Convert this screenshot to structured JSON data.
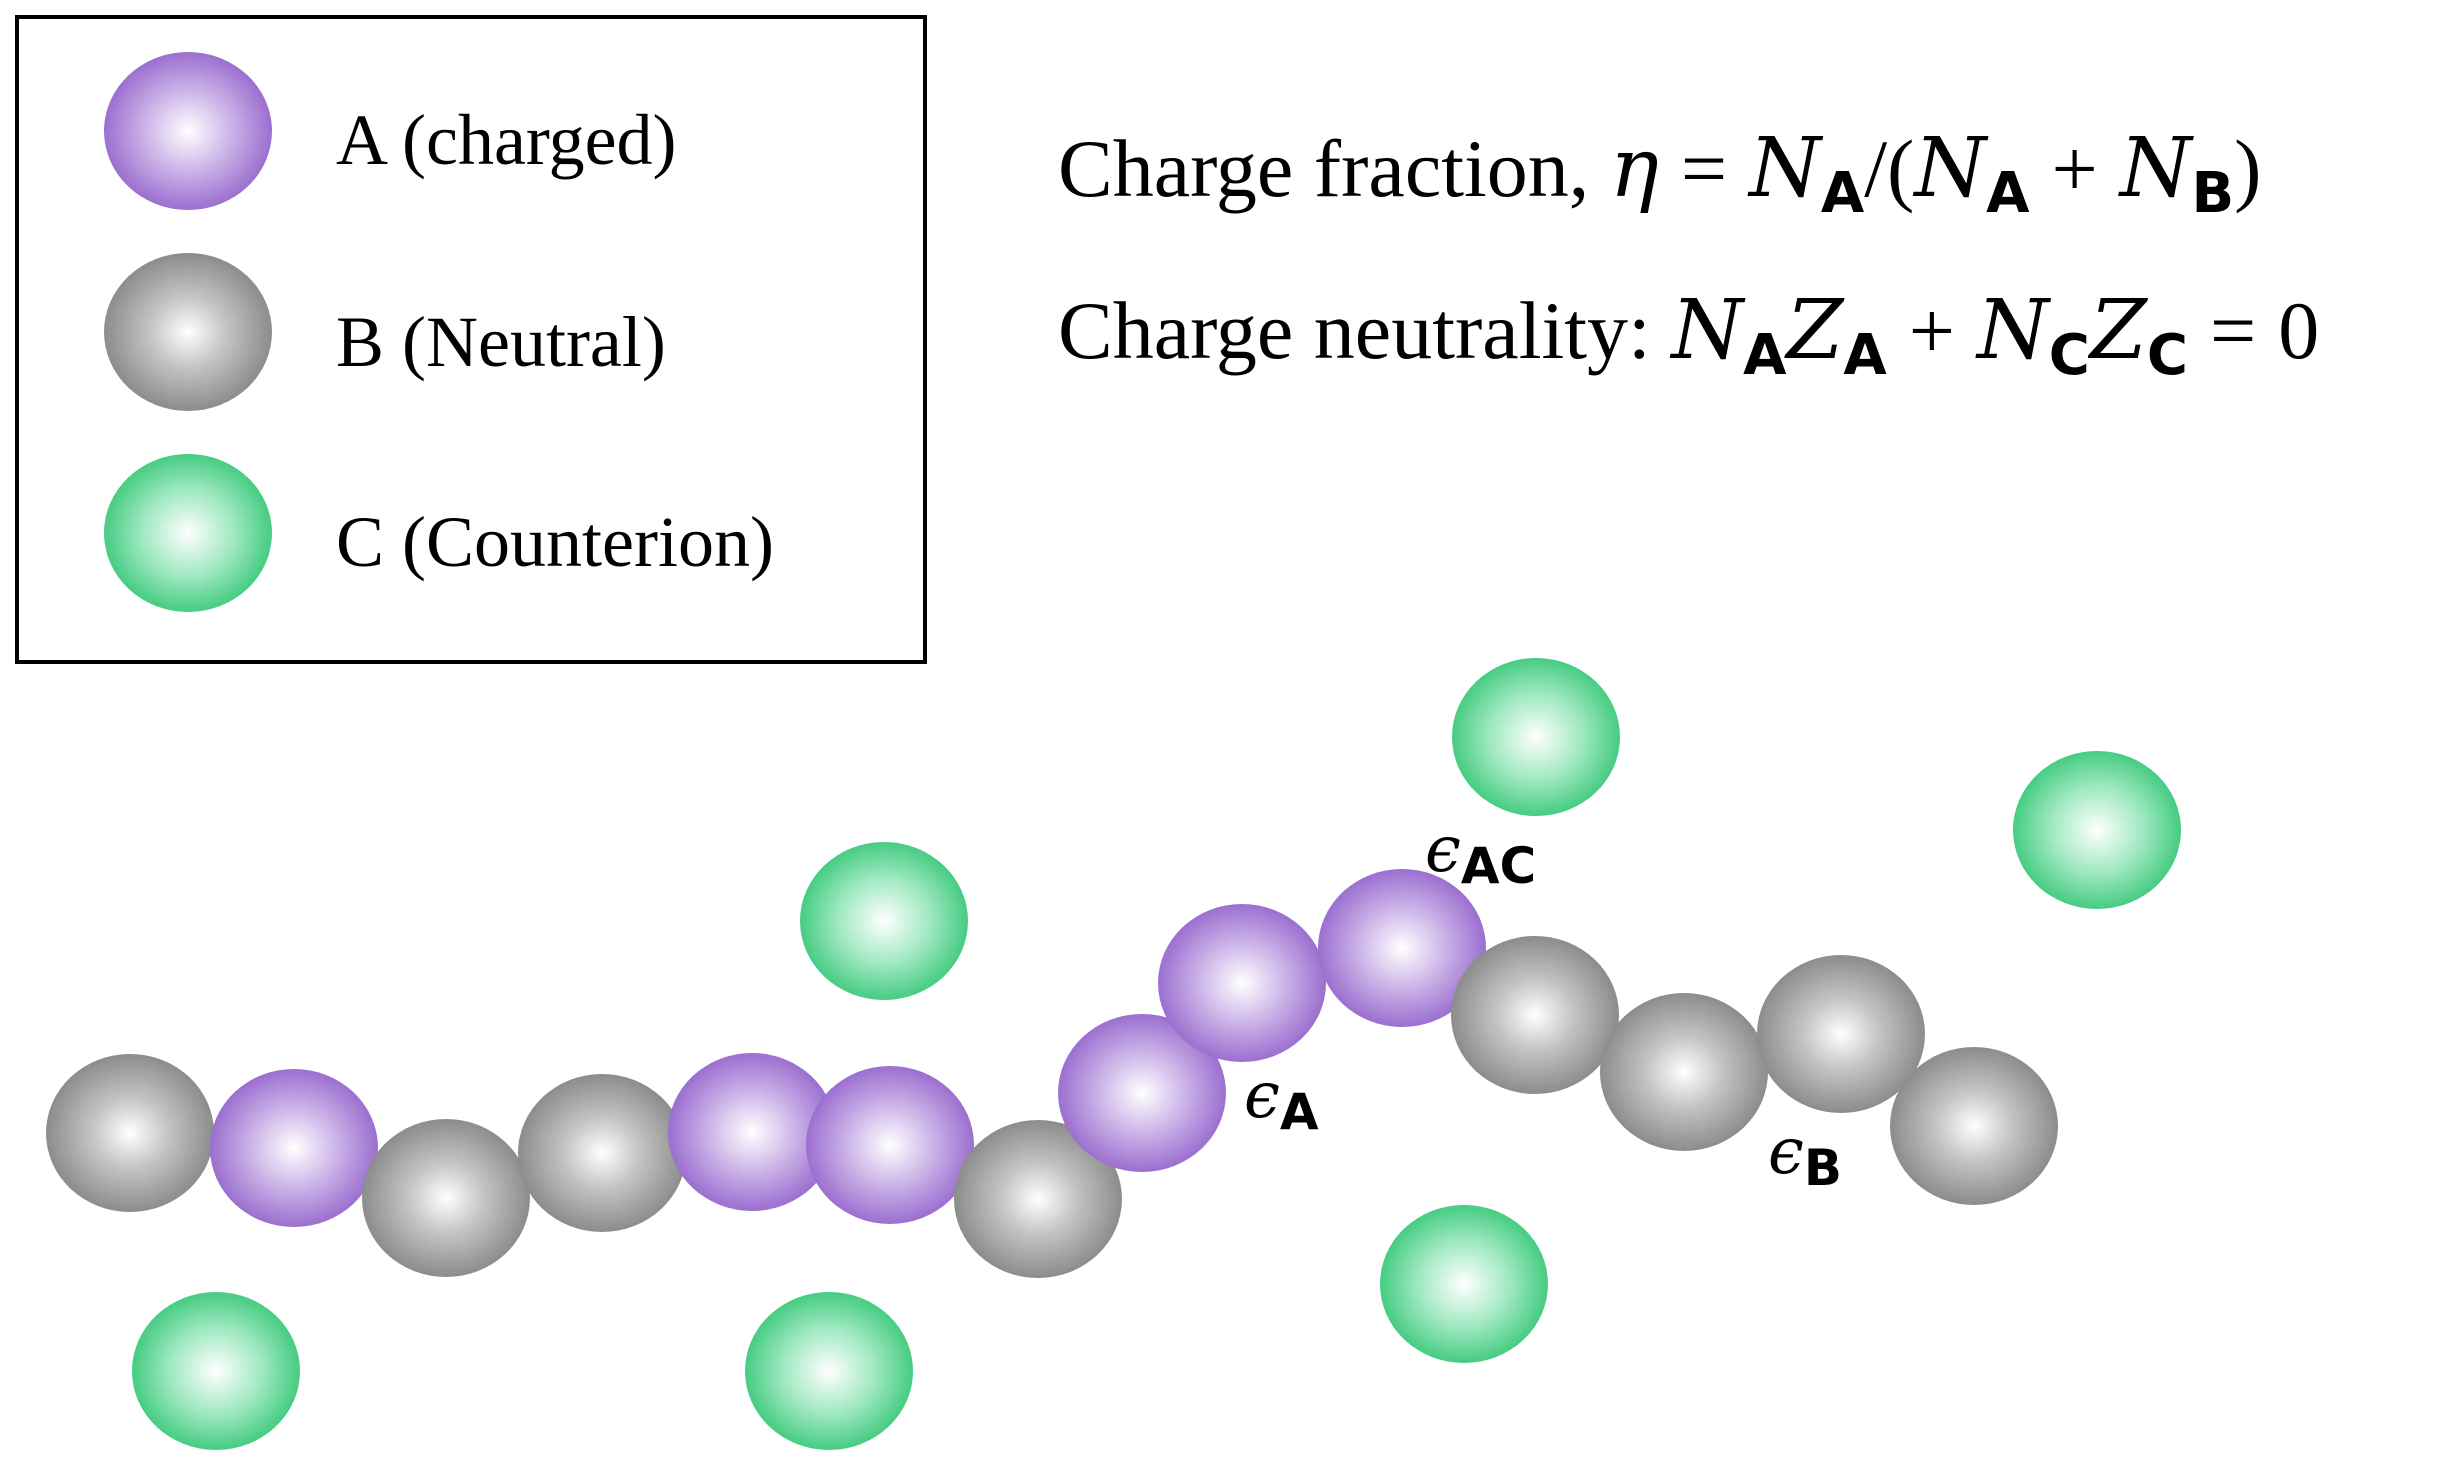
{
  "legend": {
    "items": [
      {
        "species": "A",
        "label": "A (charged)",
        "color": "#9b6fcf"
      },
      {
        "species": "B",
        "label": "B (Neutral)",
        "color": "#8e8e8e"
      },
      {
        "species": "C",
        "label": "C (Counterion)",
        "color": "#4fd08a"
      }
    ]
  },
  "equations": {
    "charge_fraction_prefix": "Charge fraction, ",
    "charge_neutrality_prefix": "Charge neutrality: ",
    "eta": "η",
    "equals": "=",
    "slash": "/(",
    "plus": "+",
    "close_paren": ")",
    "zero": "0",
    "N": "N",
    "Z": "Z",
    "sub_A": "A",
    "sub_B": "B",
    "sub_C": "C"
  },
  "interactions": {
    "eps": "ϵ",
    "eps_AC_sub": "AC",
    "eps_A_sub": "A",
    "eps_B_sub": "B"
  },
  "chain_sequence": [
    "B",
    "A",
    "B",
    "B",
    "A",
    "A",
    "B",
    "A",
    "A",
    "A",
    "B",
    "B",
    "B",
    "B"
  ],
  "counterion_count": 6,
  "colors": {
    "A": "#9b6fcf",
    "B": "#8e8e8e",
    "C": "#4fd08a",
    "border": "#000000"
  }
}
